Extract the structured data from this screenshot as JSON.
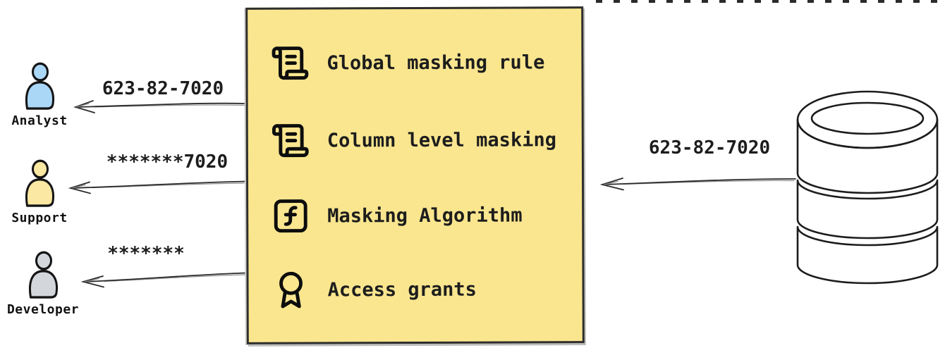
{
  "background_color": "#ffffff",
  "ink_color": "#1b1b1b",
  "users": [
    {
      "name": "Analyst",
      "received_value": "623-82-7020",
      "fill": "#abd7f7",
      "icon": "person-icon"
    },
    {
      "name": "Support",
      "received_value": "*******7020",
      "fill": "#fae8a3",
      "icon": "person-icon"
    },
    {
      "name": "Developer",
      "received_value": "*******",
      "fill": "#d3d6db",
      "icon": "person-icon"
    }
  ],
  "masking_box": {
    "bg_color": "#fae68f",
    "items": [
      {
        "icon": "scroll-icon",
        "label": "Global masking rule"
      },
      {
        "icon": "scroll-icon",
        "label": "Column level masking"
      },
      {
        "icon": "function-icon",
        "label": "Masking Algorithm"
      },
      {
        "icon": "award-icon",
        "label": "Access grants"
      }
    ]
  },
  "database": {
    "icon": "database-icon",
    "outgoing_value": "623-82-7020"
  }
}
